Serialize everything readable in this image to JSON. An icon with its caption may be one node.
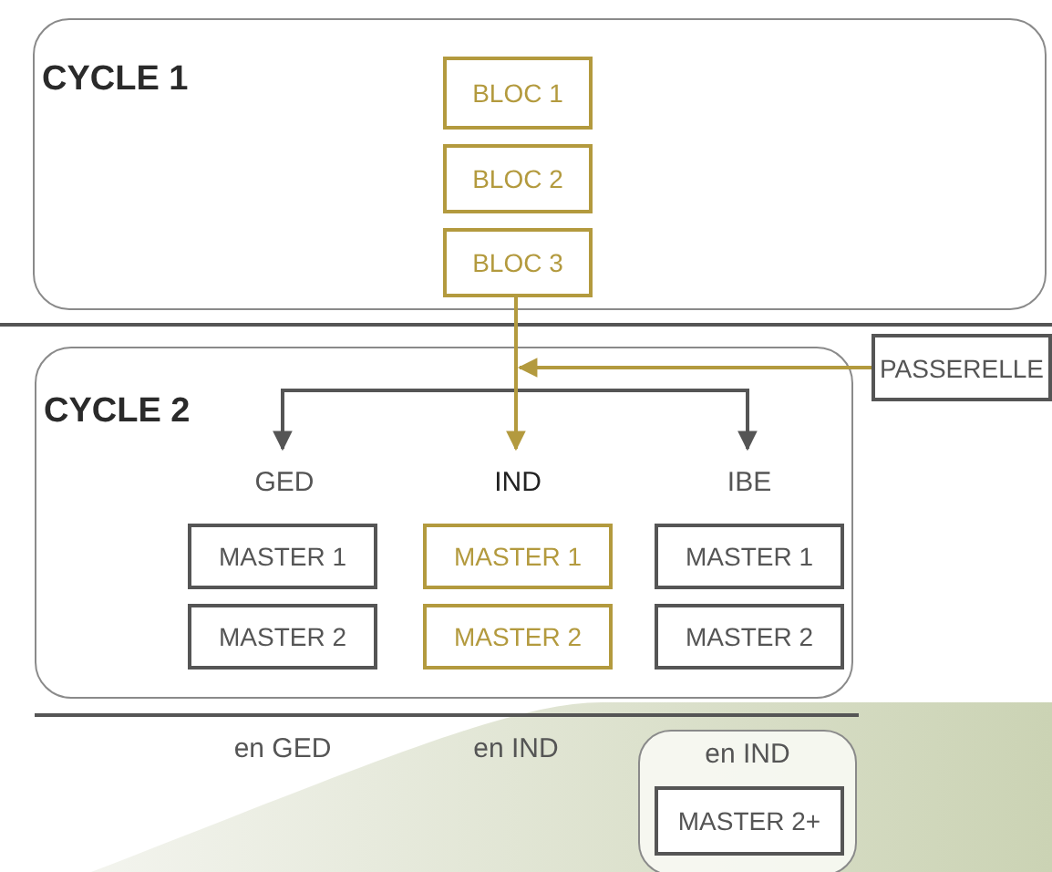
{
  "diagram": {
    "nodes": [
      {
        "text": [
          "CYCLE 1"
        ]
      },
      {
        "text": [
          "BLOC 1"
        ],
        "in": 0
      },
      {
        "text": [
          "BLOC 2"
        ],
        "in": 0
      },
      {
        "text": [
          "BLOC 3"
        ],
        "in": 0
      },
      {
        "text": [
          "PASSERELLE"
        ]
      },
      {
        "text": [
          "CYCLE 2"
        ]
      },
      {
        "text": [
          "GED"
        ],
        "in": 5
      },
      {
        "text": [
          "IND"
        ],
        "in": 5
      },
      {
        "text": [
          "IBE"
        ],
        "in": 5
      },
      {
        "text": [
          "MASTER 1"
        ],
        "in": 5
      },
      {
        "text": [
          "MASTER 2"
        ],
        "in": 5
      },
      {
        "text": [
          "MASTER 1"
        ],
        "in": 5
      },
      {
        "text": [
          "MASTER 2"
        ],
        "in": 5
      },
      {
        "text": [
          "MASTER 1"
        ],
        "in": 5
      },
      {
        "text": [
          "MASTER 2"
        ],
        "in": 5
      },
      {
        "text": [
          "en IND"
        ]
      },
      {
        "text": [
          "MASTER 2+"
        ],
        "in": 15
      }
    ],
    "edges": [
      {
        "from": 3,
        "to": 6,
        "arrow": "to",
        "color": "#555555"
      },
      {
        "from": 3,
        "to": 7,
        "arrow": "to",
        "color": "#b39a3e"
      },
      {
        "from": 3,
        "to": 8,
        "arrow": "to",
        "color": "#555555"
      },
      {
        "from": 4,
        "to": 5,
        "arrow": "to",
        "color": "#b39a3e"
      }
    ],
    "labels": [
      "en GED",
      "en IND"
    ]
  }
}
